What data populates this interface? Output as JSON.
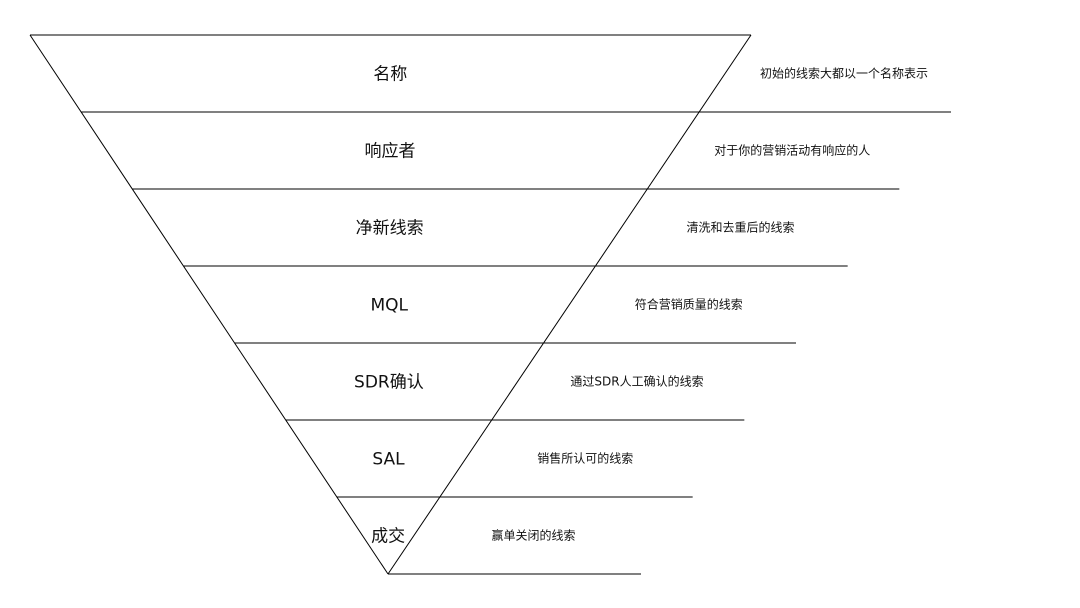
{
  "funnel": {
    "stages": [
      {
        "name": "名称",
        "description": "初始的线索大都以一个名称表示"
      },
      {
        "name": "响应者",
        "description": "对于你的营销活动有响应的人"
      },
      {
        "name": "净新线索",
        "description": "清洗和去重后的线索"
      },
      {
        "name": "MQL",
        "description": "符合营销质量的线索"
      },
      {
        "name": "SDR确认",
        "description": "通过SDR人工确认的线索"
      },
      {
        "name": "SAL",
        "description": "销售所认可的线索"
      },
      {
        "name": "成交",
        "description": "赢单关闭的线索"
      }
    ]
  }
}
